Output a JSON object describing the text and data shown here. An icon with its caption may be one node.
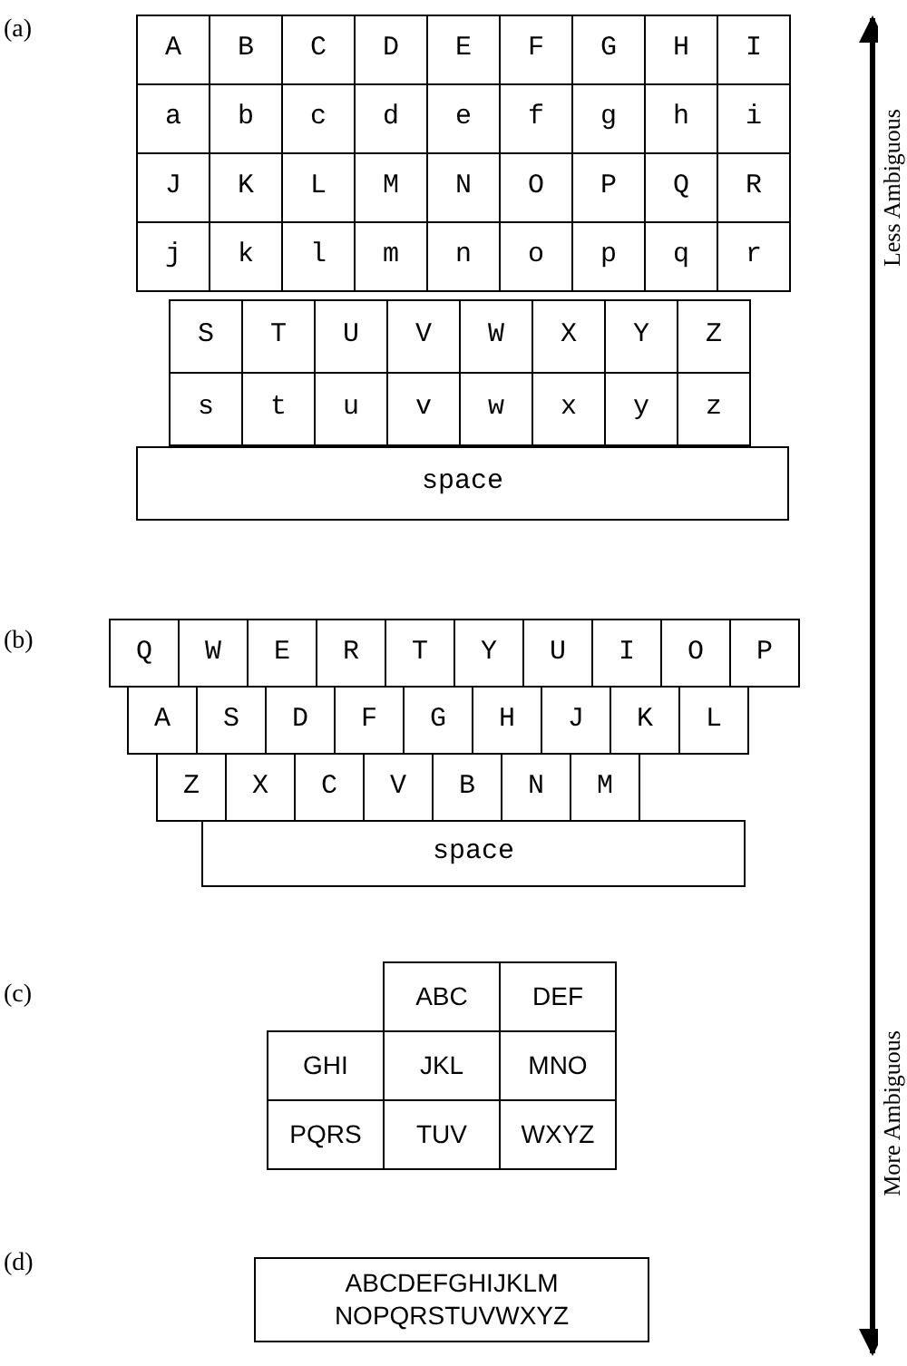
{
  "diagram": {
    "nodes": [
      {
        "text": [
          "A"
        ]
      },
      {
        "text": [
          "B"
        ]
      },
      {
        "text": [
          "C"
        ]
      },
      {
        "text": [
          "D"
        ]
      },
      {
        "text": [
          "E"
        ]
      },
      {
        "text": [
          "F"
        ]
      },
      {
        "text": [
          "G"
        ]
      },
      {
        "text": [
          "H"
        ]
      },
      {
        "text": [
          "I"
        ]
      },
      {
        "text": [
          "a"
        ]
      },
      {
        "text": [
          "b"
        ]
      },
      {
        "text": [
          "c"
        ]
      },
      {
        "text": [
          "d"
        ]
      },
      {
        "text": [
          "e"
        ]
      },
      {
        "text": [
          "f"
        ]
      },
      {
        "text": [
          "g"
        ]
      },
      {
        "text": [
          "h"
        ]
      },
      {
        "text": [
          "i"
        ]
      },
      {
        "text": [
          "J"
        ]
      },
      {
        "text": [
          "K"
        ]
      },
      {
        "text": [
          "L"
        ]
      },
      {
        "text": [
          "M"
        ]
      },
      {
        "text": [
          "N"
        ]
      },
      {
        "text": [
          "O"
        ]
      },
      {
        "text": [
          "P"
        ]
      },
      {
        "text": [
          "Q"
        ]
      },
      {
        "text": [
          "R"
        ]
      },
      {
        "text": [
          "j"
        ]
      },
      {
        "text": [
          "k"
        ]
      },
      {
        "text": [
          "l"
        ]
      },
      {
        "text": [
          "m"
        ]
      },
      {
        "text": [
          "n"
        ]
      },
      {
        "text": [
          "o"
        ]
      },
      {
        "text": [
          "p"
        ]
      },
      {
        "text": [
          "q"
        ]
      },
      {
        "text": [
          "r"
        ]
      },
      {
        "text": [
          "S"
        ]
      },
      {
        "text": [
          "T"
        ]
      },
      {
        "text": [
          "U"
        ]
      },
      {
        "text": [
          "V"
        ]
      },
      {
        "text": [
          "W"
        ]
      },
      {
        "text": [
          "X"
        ]
      },
      {
        "text": [
          "Y"
        ]
      },
      {
        "text": [
          "Z"
        ]
      },
      {
        "text": [
          "s"
        ]
      },
      {
        "text": [
          "t"
        ]
      },
      {
        "text": [
          "u"
        ]
      },
      {
        "text": [
          "v"
        ]
      },
      {
        "text": [
          "w"
        ]
      },
      {
        "text": [
          "x"
        ]
      },
      {
        "text": [
          "y"
        ]
      },
      {
        "text": [
          "z"
        ]
      },
      {
        "text": [
          "space"
        ]
      },
      {
        "text": [
          "Q"
        ]
      },
      {
        "text": [
          "W"
        ]
      },
      {
        "text": [
          "E"
        ]
      },
      {
        "text": [
          "R"
        ]
      },
      {
        "text": [
          "T"
        ]
      },
      {
        "text": [
          "Y"
        ]
      },
      {
        "text": [
          "U"
        ]
      },
      {
        "text": [
          "I"
        ]
      },
      {
        "text": [
          "O"
        ]
      },
      {
        "text": [
          "P"
        ]
      },
      {
        "text": [
          "A"
        ]
      },
      {
        "text": [
          "S"
        ]
      },
      {
        "text": [
          "D"
        ]
      },
      {
        "text": [
          "F"
        ]
      },
      {
        "text": [
          "G"
        ]
      },
      {
        "text": [
          "H"
        ]
      },
      {
        "text": [
          "J"
        ]
      },
      {
        "text": [
          "K"
        ]
      },
      {
        "text": [
          "L"
        ]
      },
      {
        "text": [
          "Z"
        ]
      },
      {
        "text": [
          "X"
        ]
      },
      {
        "text": [
          "C"
        ]
      },
      {
        "text": [
          "V"
        ]
      },
      {
        "text": [
          "B"
        ]
      },
      {
        "text": [
          "N"
        ]
      },
      {
        "text": [
          "M"
        ]
      },
      {
        "text": [
          "space"
        ]
      },
      {
        "text": [
          "ABC"
        ]
      },
      {
        "text": [
          "DEF"
        ]
      },
      {
        "text": [
          "GHI"
        ]
      },
      {
        "text": [
          "JKL"
        ]
      },
      {
        "text": [
          "MNO"
        ]
      },
      {
        "text": [
          "PQRS"
        ]
      },
      {
        "text": [
          "TUV"
        ]
      },
      {
        "text": [
          "WXYZ"
        ]
      },
      {
        "text": [
          "ABCDEFGHIJKLM NOPQRSTUVWXYZ"
        ]
      }
    ],
    "edges": [],
    "labels": [
      "(a)",
      "Less Ambiguous",
      "(b)",
      "(c)",
      "More Ambiguous",
      "(d)"
    ]
  }
}
